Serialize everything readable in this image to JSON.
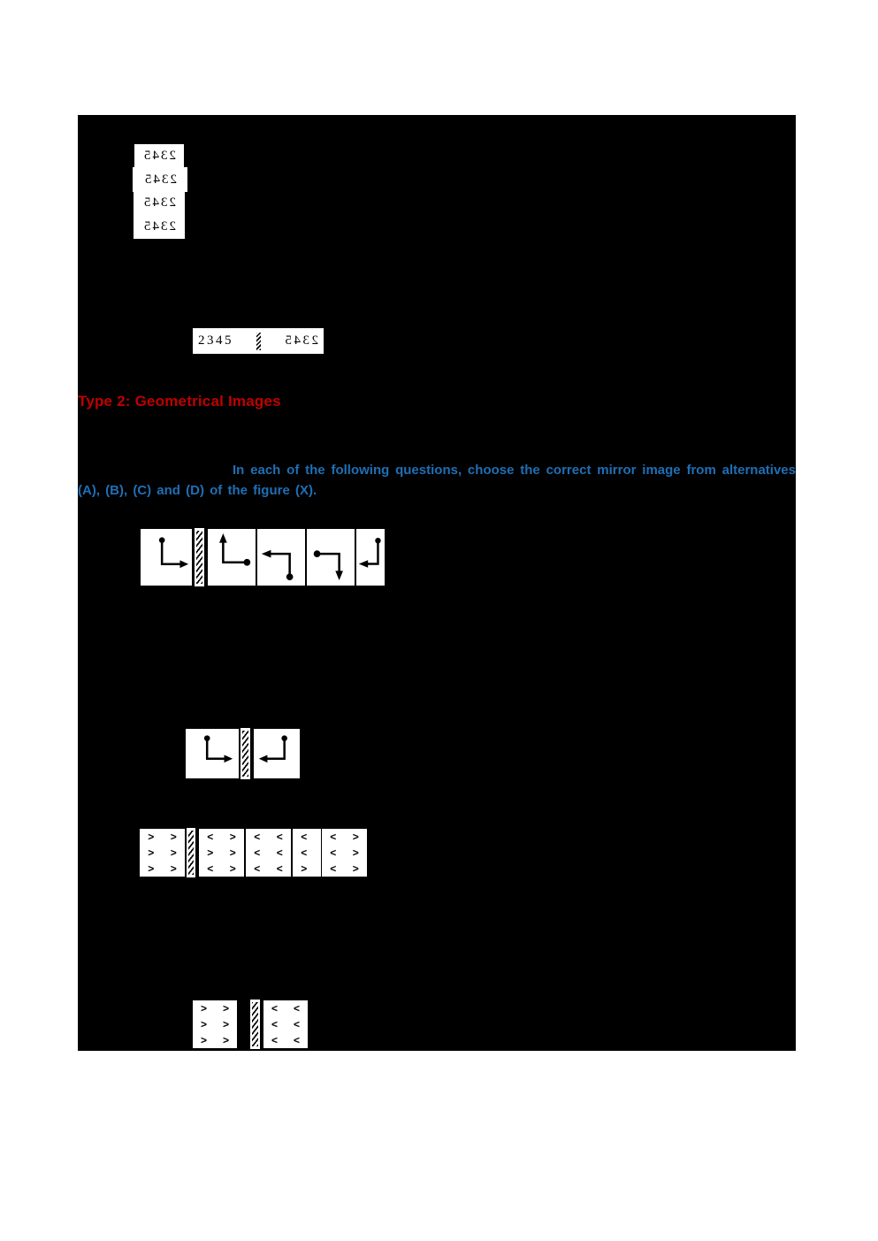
{
  "document": {
    "type": "scanned-worksheet-page",
    "background_color": "#000000",
    "page_color": "#ffffff"
  },
  "options_digits": {
    "label": "mirror image digit answer options",
    "items": [
      {
        "id": "option-a",
        "text": "2345"
      },
      {
        "id": "option-b",
        "text": "2345"
      },
      {
        "id": "option-c",
        "text": "2345"
      },
      {
        "id": "option-d",
        "text": "2345"
      }
    ]
  },
  "mirror_demo": {
    "original_text": "2345",
    "mirrored_text": "2345",
    "divider": "mirror-line"
  },
  "headings": {
    "type2": "Type 2: Geometrical Images",
    "type2_color": "#C00000"
  },
  "instruction": {
    "text": "In each of the following questions, choose the correct mirror image from alternatives (A), (B), (C) and (D) of the figure (X).",
    "color": "#1F6FB5"
  },
  "figure_q1": {
    "label": "question-1-arrow-figure",
    "question_panel": {
      "id": "figure-x",
      "description": "dot-top vertical line turning right with arrowhead"
    },
    "options": [
      {
        "id": "option-a",
        "description": "up-arrow vertical with dot at right end of horizontal"
      },
      {
        "id": "option-b",
        "description": "left-arrow horizontal with dot at bottom of vertical"
      },
      {
        "id": "option-c",
        "description": "dot at left of horizontal with down-arrow vertical"
      },
      {
        "id": "option-d",
        "description": "dot top-right vertical turning left with arrowhead"
      }
    ]
  },
  "figure_q1_answer": {
    "label": "question-1-answer-pair",
    "panels": [
      {
        "id": "answer-original",
        "description": "dot-top vertical line turning right with arrowhead"
      },
      {
        "id": "answer-mirror",
        "description": "dot top-right vertical turning left with arrowhead"
      }
    ]
  },
  "figure_q2": {
    "label": "question-2-chevron-figure",
    "question_panel": {
      "id": "figure-x",
      "chevrons": [
        ">",
        ">",
        ">",
        ">",
        ">",
        ">"
      ]
    },
    "options": [
      {
        "id": "option-a",
        "chevrons": [
          "<",
          ">",
          ">",
          ">",
          "<",
          ">"
        ]
      },
      {
        "id": "option-b",
        "chevrons": [
          "<",
          "<",
          "<",
          "<",
          "<",
          "<"
        ]
      },
      {
        "id": "option-c",
        "chevrons": [
          "<",
          ">",
          "<",
          ">",
          ">",
          ">"
        ]
      },
      {
        "id": "option-d",
        "chevrons": [
          "<",
          ">",
          "<",
          ">",
          "<",
          ">"
        ]
      }
    ]
  },
  "figure_q2_answer": {
    "label": "question-2-answer-pair",
    "panels": [
      {
        "id": "answer-original",
        "chevrons": [
          ">",
          ">",
          ">",
          ">",
          ">",
          ">"
        ]
      },
      {
        "id": "answer-mirror",
        "chevrons": [
          "<",
          "<",
          "<",
          "<",
          "<",
          "<"
        ]
      }
    ]
  }
}
